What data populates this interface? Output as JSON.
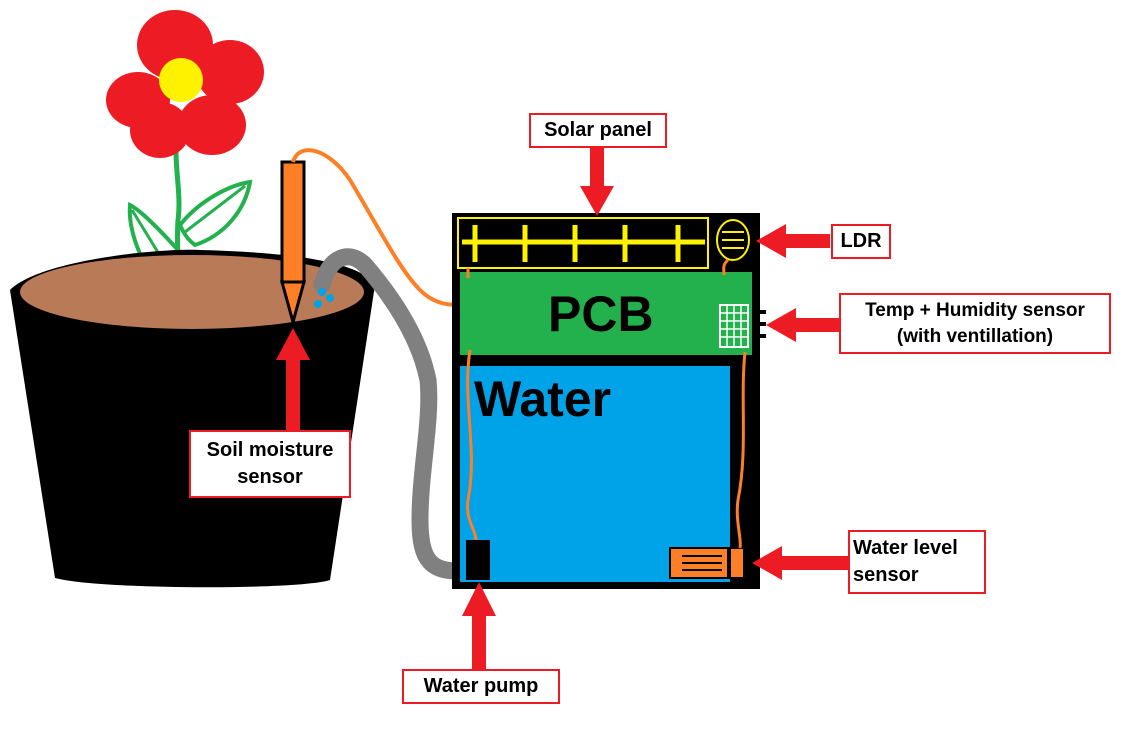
{
  "diagram": {
    "pcb_text": "PCB",
    "water_text": "Water",
    "labels": {
      "solar_panel": "Solar panel",
      "ldr": "LDR",
      "temp_humidity_line1": "Temp + Humidity sensor",
      "temp_humidity_line2": "(with ventillation)",
      "soil_moisture_line1": "Soil moisture",
      "soil_moisture_line2": "sensor",
      "water_level_line1": "Water level",
      "water_level_line2": "sensor",
      "water_pump": "Water pump"
    }
  },
  "colors": {
    "arrow_red": "#ed1c24",
    "pcb_green": "#22b14c",
    "water_blue": "#00a2e8",
    "wire_orange": "#ff7f27",
    "solar_yellow": "#fff200",
    "tube_gray": "#808080",
    "soil_brown": "#b97a57",
    "pot_black": "#000000",
    "petal_red": "#ed1c24",
    "leaf_green": "#22b14c"
  }
}
